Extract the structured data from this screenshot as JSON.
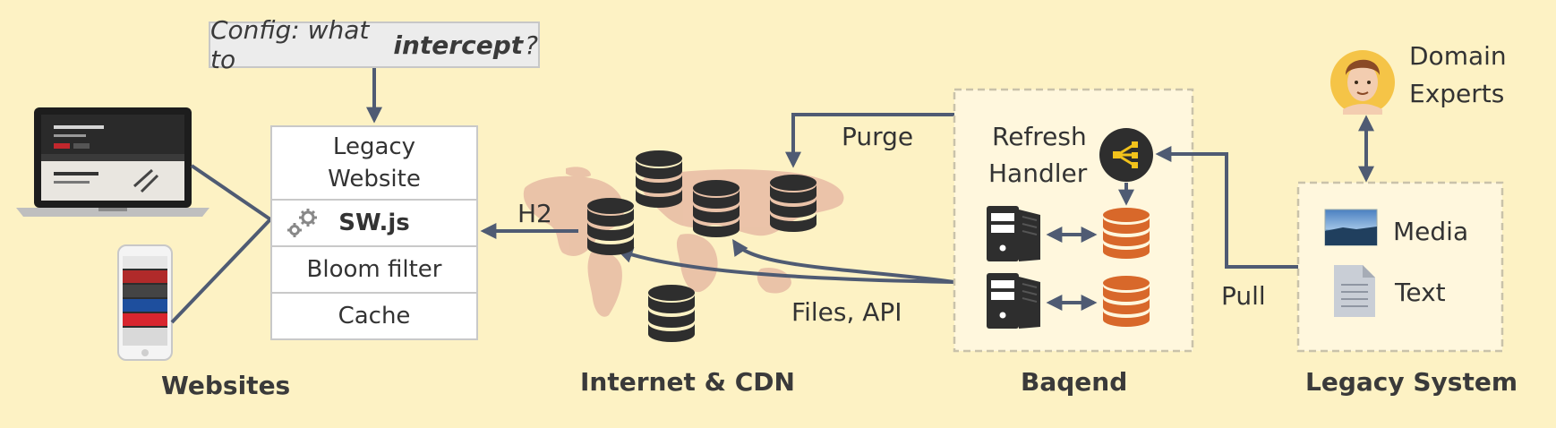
{
  "config_label": {
    "prefix": "Config: what to",
    "emphasis": "intercept",
    "suffix": "?"
  },
  "browser_stack": {
    "legacy_website": [
      "Legacy",
      "Website"
    ],
    "sw": "SW.js",
    "bloom": "Bloom filter",
    "cache": "Cache"
  },
  "edge_labels": {
    "h2": "H2",
    "purge": "Purge",
    "files_api": "Files, API",
    "pull": "Pull"
  },
  "baqend_box": {
    "refresh_handler": [
      "Refresh",
      "Handler"
    ]
  },
  "legacy_items": {
    "media": "Media",
    "text": "Text"
  },
  "domain_experts": [
    "Domain",
    "Experts"
  ],
  "sections": {
    "websites": "Websites",
    "internet": "Internet & CDN",
    "baqend": "Baqend",
    "legacy": "Legacy System"
  },
  "colors": {
    "background": "#fdf2c4",
    "arrow": "#4f5b73",
    "orange_db": "#d8682a",
    "dark_db": "#2e2e2e",
    "refresh_icon": "#f2c21b",
    "map": "#e7bba4"
  }
}
